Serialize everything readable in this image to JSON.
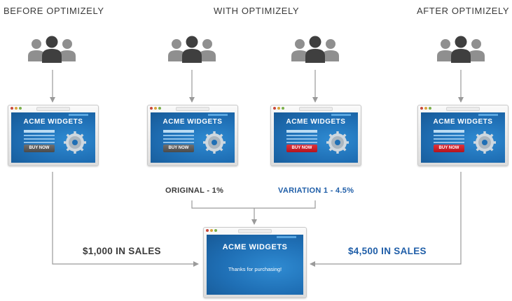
{
  "headings": {
    "before": "BEFORE OPTIMIZELY",
    "with": "WITH OPTIMIZELY",
    "after": "AFTER OPTIMIZELY"
  },
  "screens": {
    "title": "ACME WIDGETS",
    "buy_label": "BUY NOW",
    "thanks": "Thanks for purchasing!"
  },
  "results": {
    "original": "ORIGINAL - 1%",
    "variation": "VARIATION 1 - 4.5%"
  },
  "sales": {
    "before": "$1,000 IN SALES",
    "after": "$4,500 IN SALES"
  },
  "colors": {
    "dark_text": "#3a3a3a",
    "accent_blue": "#1f5ea8",
    "screen_blue": "#1f6fb5",
    "button_gray": "#555555",
    "button_red": "#c8202a",
    "connector": "#9a9a9a"
  },
  "icons": [
    "people-icon",
    "gear-icon",
    "arrow-down-icon",
    "arrow-right-icon",
    "arrow-left-icon"
  ]
}
